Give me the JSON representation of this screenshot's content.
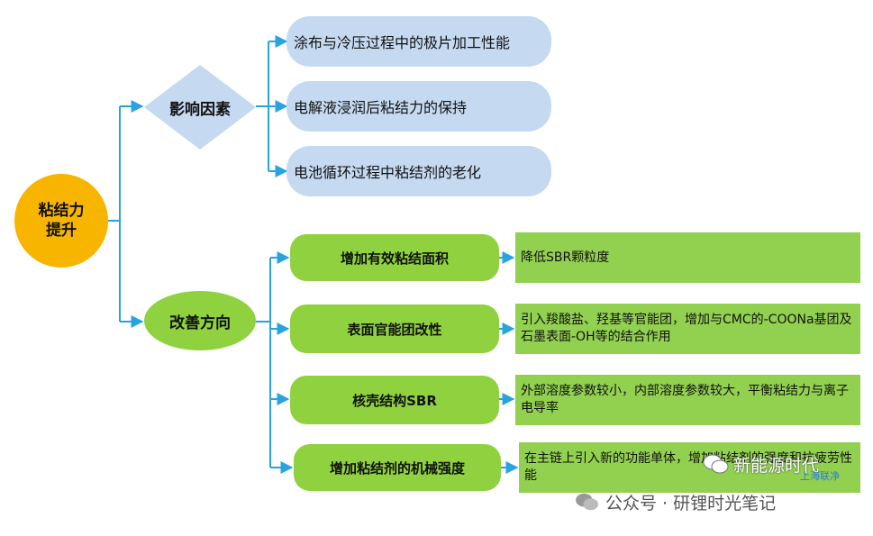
{
  "root": {
    "line1": "粘结力",
    "line2": "提升"
  },
  "influence": {
    "label": "影响因素",
    "items": [
      "涂布与冷压过程中的极片加工性能",
      "电解液浸润后粘结力的保持",
      "电池循环过程中粘结剂的老化"
    ]
  },
  "improve": {
    "label": "改善方向",
    "items": [
      {
        "label": "增加有效粘结面积",
        "desc": "降低SBR颗粒度"
      },
      {
        "label": "表面官能团改性",
        "desc": "引入羧酸盐、羟基等官能团，增加与CMC的-COONa基团及石墨表面-OH等的结合作用"
      },
      {
        "label": "核壳结构SBR",
        "desc": "外部溶度参数较小，内部溶度参数较大，平衡粘结力与离子电导率"
      },
      {
        "label": "增加粘结剂的机械强度",
        "desc": "在主链上引入新的功能单体，增加粘结剂的强度和抗疲劳性能"
      }
    ]
  },
  "watermark": {
    "main": "新能源时代",
    "account": "公众号 · 研锂时光笔记",
    "logo": "上海联净"
  },
  "colors": {
    "root": "#f7b500",
    "diamond": "#c5d9f1",
    "green": "#8fd13f",
    "desc": "#92d050",
    "connector": "#29a3e0"
  }
}
